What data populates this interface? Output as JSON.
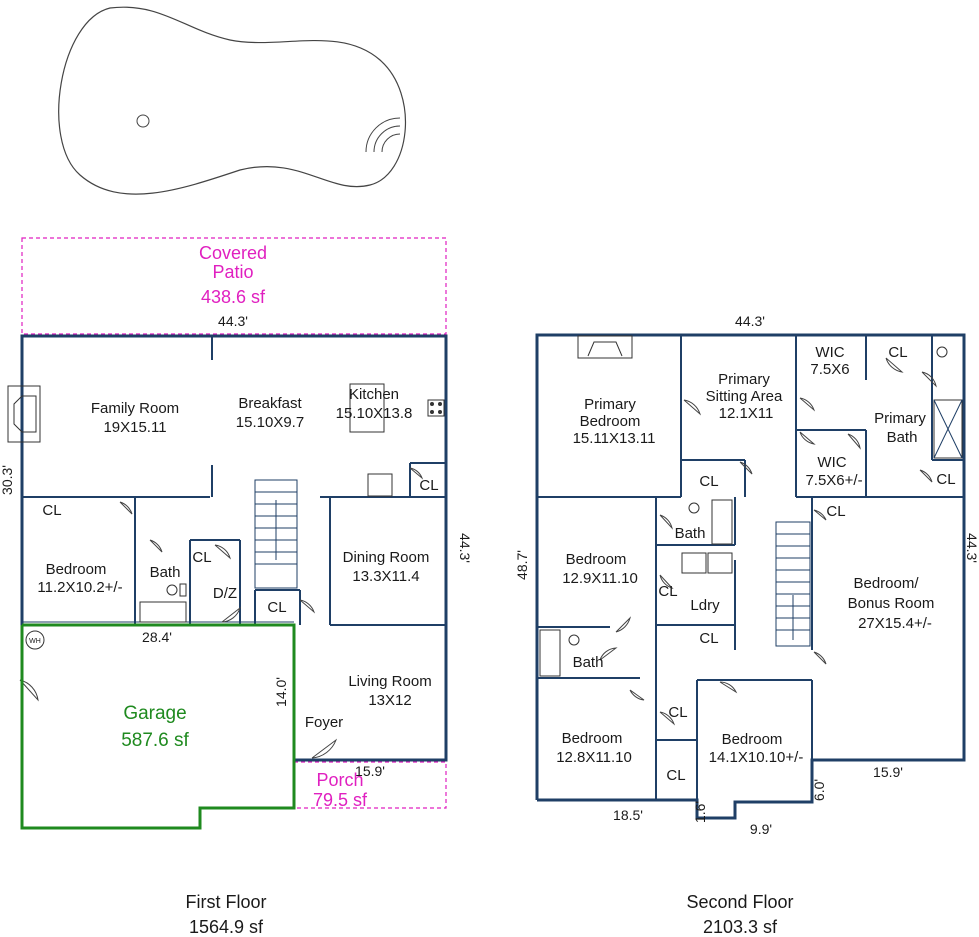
{
  "colors": {
    "wall": "#1f3f66",
    "garage": "#1f8a1f",
    "outdoor": "#e020c0"
  },
  "first_floor": {
    "caption": "First Floor",
    "area": "1564.9 sf",
    "covered_patio": {
      "name_line1": "Covered",
      "name_line2": "Patio",
      "area": "438.6 sf"
    },
    "porch": {
      "name": "Porch",
      "area": "79.5 sf"
    },
    "garage": {
      "name": "Garage",
      "area": "587.6 sf"
    },
    "rooms": {
      "family_room": {
        "name": "Family Room",
        "size": "19X15.11"
      },
      "breakfast": {
        "name": "Breakfast",
        "size": "15.10X9.7"
      },
      "kitchen": {
        "name": "Kitchen",
        "size": "15.10X13.8"
      },
      "dining_room": {
        "name": "Dining Room",
        "size": "13.3X11.4"
      },
      "living_room": {
        "name": "Living Room",
        "size": "13X12"
      },
      "bedroom": {
        "name": "Bedroom",
        "size": "11.2X10.2+/-"
      },
      "bath": "Bath",
      "dz": "D/Z",
      "foyer": "Foyer",
      "wh": "WH",
      "closet": "CL"
    },
    "dims": {
      "top_width": "44.3'",
      "left_depth": "30.3'",
      "right_depth": "44.3'",
      "garage_width": "28.4'",
      "garage_depth": "14.0'",
      "porch_width": "15.9'"
    }
  },
  "second_floor": {
    "caption": "Second Floor",
    "area": "2103.3 sf",
    "rooms": {
      "primary_bedroom": {
        "line1": "Primary",
        "line2": "Bedroom",
        "size": "15.11X13.11"
      },
      "primary_sitting": {
        "line1": "Primary",
        "line2": "Sitting Area",
        "size": "12.1X11"
      },
      "wic1": {
        "name": "WIC",
        "size": "7.5X6"
      },
      "wic2": {
        "name": "WIC",
        "size": "7.5X6+/-"
      },
      "primary_bath": {
        "line1": "Primary",
        "line2": "Bath"
      },
      "bedroom_a": {
        "name": "Bedroom",
        "size": "12.9X11.10"
      },
      "bonus_room": {
        "line1": "Bedroom/",
        "line2": "Bonus Room",
        "size": "27X15.4+/-"
      },
      "bedroom_b": {
        "name": "Bedroom",
        "size": "12.8X11.10"
      },
      "bedroom_c": {
        "name": "Bedroom",
        "size": "14.1X10.10+/-"
      },
      "bath": "Bath",
      "laundry": "Ldry",
      "closet": "CL"
    },
    "dims": {
      "top_width": "44.3'",
      "left_depth": "48.7'",
      "right_depth": "44.3'",
      "bottom_left": "18.5'",
      "bottom_jog": "1.6'",
      "bottom_mid": "9.9'",
      "right_jog": "6.0'",
      "bottom_right": "15.9'"
    }
  }
}
